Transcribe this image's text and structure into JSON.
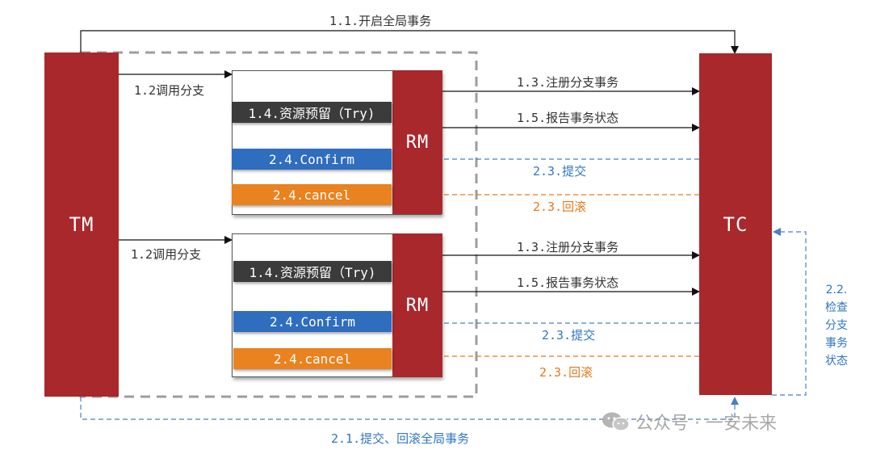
{
  "participants": {
    "tm": "TM",
    "tc": "TC",
    "rm1": "RM",
    "rm2": "RM"
  },
  "actions": {
    "try_label": "1.4.资源预留（Try)",
    "confirm_label": "2.4.Confirm",
    "cancel_label": "2.4.cancel"
  },
  "messages": {
    "open_global": "1.1.开启全局事务",
    "call_branch": "1.2调用分支",
    "register_branch": "1.3.注册分支事务",
    "report_status": "1.5.报告事务状态",
    "commit": "2.3.提交",
    "rollback": "2.3.回滚",
    "global_commit_rollback": "2.1.提交、回滚全局事务",
    "check_status_lines": [
      "2.2.",
      "检查",
      "分支",
      "事务",
      "状态"
    ]
  },
  "watermark": {
    "text": "公众号 · 一安未来",
    "icon": "wechat-icon"
  },
  "colors": {
    "pillar": "#a8282c",
    "try": "#3b3b3b",
    "confirm": "#2f6dbf",
    "cancel": "#e9821f",
    "commit_text": "#2f77c2",
    "rollback_text": "#e27a1c"
  }
}
